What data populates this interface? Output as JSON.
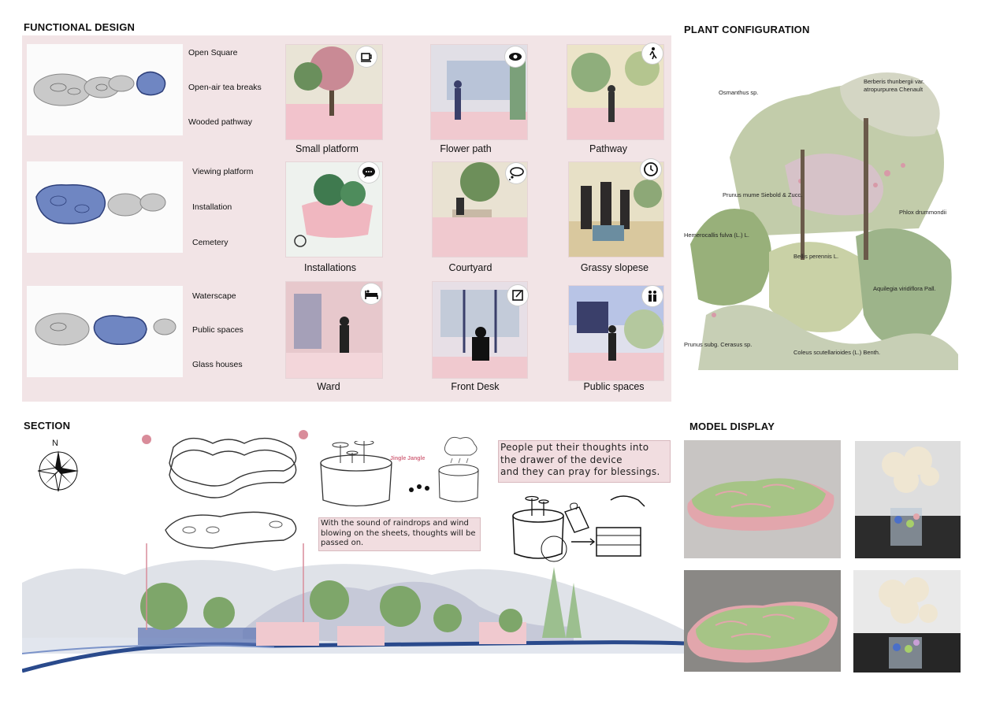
{
  "headings": {
    "functional_design": "FUNCTIONAL DESIGN",
    "plant_configuration": "PLANT CONFIGURATION",
    "section": "SECTION",
    "model_display": "MODEL DISPLAY"
  },
  "functional_design": {
    "rows": [
      {
        "labels": [
          "Open Square",
          "Open-air tea breaks",
          "Wooded pathway"
        ],
        "scenes": [
          {
            "caption": "Small platform",
            "icon": "coffee-cup-icon"
          },
          {
            "caption": "Flower path",
            "icon": "eye-icon"
          },
          {
            "caption": "Pathway",
            "icon": "walking-person-icon"
          }
        ]
      },
      {
        "labels": [
          "Viewing platform",
          "Installation",
          "Cemetery"
        ],
        "scenes": [
          {
            "caption": "Installations",
            "icon": "speech-bubble-icon"
          },
          {
            "caption": "Courtyard",
            "icon": "thought-bubble-icon"
          },
          {
            "caption": "Grassy slopese",
            "icon": "clock-icon"
          }
        ]
      },
      {
        "labels": [
          "Waterscape",
          "Public spaces",
          "Glass houses"
        ],
        "scenes": [
          {
            "caption": "Ward",
            "icon": "bed-icon"
          },
          {
            "caption": "Front Desk",
            "icon": "edit-note-icon"
          },
          {
            "caption": "Public spaces",
            "icon": "people-icon"
          }
        ]
      }
    ]
  },
  "plant_configuration": {
    "labels": [
      "Osmanthus sp.",
      "Berberis thunbergii var. atropurpurea Chenault",
      "Prunus mume Siebold & Zucc.",
      "Phlox drummondii",
      "Hemerocallis fulva (L.) L.",
      "Bellis perennis L.",
      "Aquilegia viridiflora Pall.",
      "Prunus subg. Cerasus sp.",
      "Coleus scutellarioides (L.) Benth."
    ]
  },
  "section": {
    "compass_label": "N",
    "jingle_text": "Jingle Jangle",
    "note_raindrops": "With the sound of raindrops and wind blowing on the sheets, thoughts will be passed on.",
    "note_pray_1": "People put their thoughts into the drawer of the device",
    "note_pray_2": "and they can pray for blessings."
  },
  "colors": {
    "panel_pink": "#f2e4e6",
    "accent_blue": "#5a6fa8",
    "water_blue": "#2a4a8c",
    "pink_building": "#f0c9cf",
    "tree_green": "#7ea66a",
    "hill_grey": "#c9ccd6"
  }
}
